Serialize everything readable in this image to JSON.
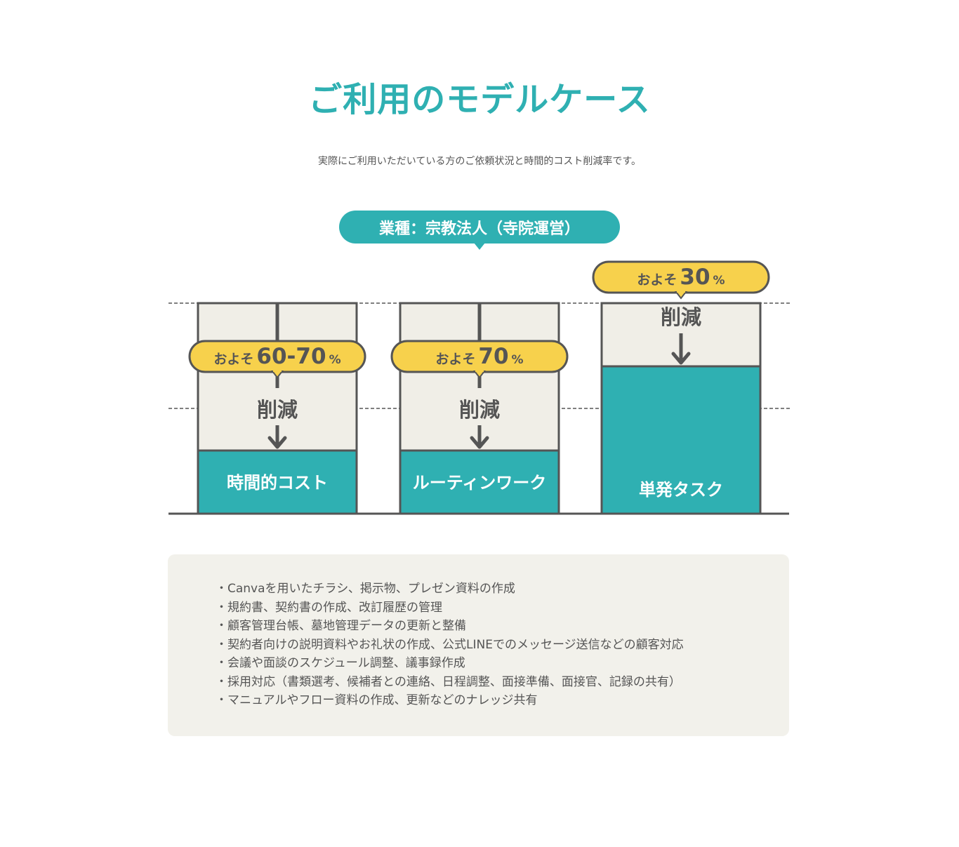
{
  "page": {
    "title": "ご利用のモデルケース",
    "subtitle": "実際にご利用いただいている方のご依頼状況と時間的コスト削減率です。"
  },
  "industry_label": "業種：宗教法人（寺院運営）",
  "chart_data": {
    "type": "bar",
    "categories": [
      "時間的コスト",
      "ルーティンワーク",
      "単発タスク"
    ],
    "series": [
      {
        "values": [
          30,
          30,
          70
        ]
      }
    ],
    "reduction_labels": [
      {
        "prefix": "およそ",
        "value": "60-70",
        "unit": "%"
      },
      {
        "prefix": "およそ",
        "value": "70",
        "unit": "%"
      },
      {
        "prefix": "およそ",
        "value": "30",
        "unit": "%"
      }
    ],
    "reduction_word": "削減",
    "ylim": [
      0,
      100
    ],
    "colors": {
      "remaining": "#2fb0b2",
      "reduced": "#f0eee7",
      "outline": "#555555",
      "badge": "#f7d14c"
    }
  },
  "task_list": {
    "items": [
      "Canvaを用いたチラシ、掲示物、プレゼン資料の作成",
      "規約書、契約書の作成、改訂履歴の管理",
      "顧客管理台帳、墓地管理データの更新と整備",
      "契約者向けの説明資料やお礼状の作成、公式LINEでのメッセージ送信などの顧客対応",
      "会議や面談のスケジュール調整、議事録作成",
      "採用対応（書類選考、候補者との連絡、日程調整、面接準備、面接官、記録の共有）",
      "マニュアルやフロー資料の作成、更新などのナレッジ共有"
    ]
  }
}
